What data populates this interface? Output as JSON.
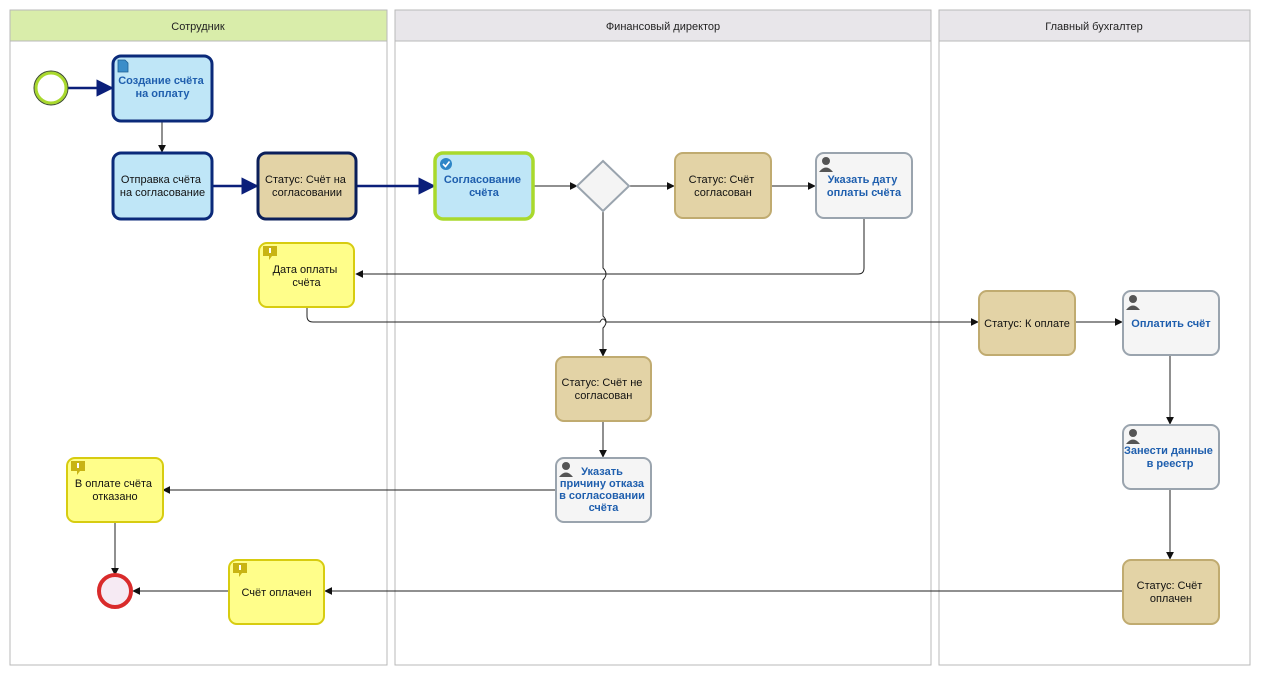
{
  "lanes": [
    {
      "id": "employee",
      "title": "Сотрудник"
    },
    {
      "id": "cfo",
      "title": "Финансовый директор"
    },
    {
      "id": "accountant",
      "title": "Главный бухгалтер"
    }
  ],
  "nodes": {
    "create_invoice": {
      "lines": [
        "Создание счёта",
        "на оплату"
      ],
      "icon": "document-icon"
    },
    "send_invoice": {
      "lines": [
        "Отправка счёта",
        "на согласование"
      ]
    },
    "status_pending": {
      "lines": [
        "Статус: Счёт на",
        "согласовании"
      ]
    },
    "approve_invoice": {
      "lines": [
        "Согласование",
        "счёта"
      ],
      "icon": "check-circle-icon"
    },
    "status_approved": {
      "lines": [
        "Статус: Счёт",
        "согласован"
      ]
    },
    "set_pay_date": {
      "lines": [
        "Указать дату",
        "оплаты счёта"
      ],
      "icon": "user-icon"
    },
    "pay_date_msg": {
      "lines": [
        "Дата оплаты",
        "счёта"
      ],
      "icon": "exclamation-bubble-icon"
    },
    "status_to_pay": {
      "lines": [
        "Статус: К оплате"
      ]
    },
    "pay_invoice": {
      "lines": [
        "Оплатить счёт"
      ],
      "icon": "user-icon"
    },
    "status_rejected": {
      "lines": [
        "Статус: Счёт не",
        "согласован"
      ]
    },
    "reason_reject": {
      "lines": [
        "Указать",
        "причину отказа",
        "в согласовании",
        "счёта"
      ],
      "icon": "user-icon"
    },
    "register_entry": {
      "lines": [
        "Занести данные",
        "в реестр"
      ],
      "icon": "user-icon"
    },
    "payment_refused": {
      "lines": [
        "В оплате счёта",
        "отказано"
      ],
      "icon": "exclamation-bubble-icon"
    },
    "invoice_paid_msg": {
      "lines": [
        "Счёт оплачен"
      ],
      "icon": "exclamation-bubble-icon"
    },
    "status_paid": {
      "lines": [
        "Статус: Счёт",
        "оплачен"
      ]
    }
  },
  "colors": {
    "lane_employee_header": "#d9edaa",
    "lane_header": "#e8e6ea",
    "user_task_fill": "#bfe6f7",
    "user_task_stroke": "#0b2a7a",
    "status_fill": "#e3d3a6",
    "status_stroke": "#c0ab70",
    "task_fill": "#f5f5f5",
    "task_stroke": "#9aa4ae",
    "message_fill": "#fffe8a",
    "message_stroke": "#d7cc10",
    "approve_stroke": "#a9d92d",
    "start_stroke": "#a9d92d",
    "end_stroke": "#d92b2b"
  }
}
